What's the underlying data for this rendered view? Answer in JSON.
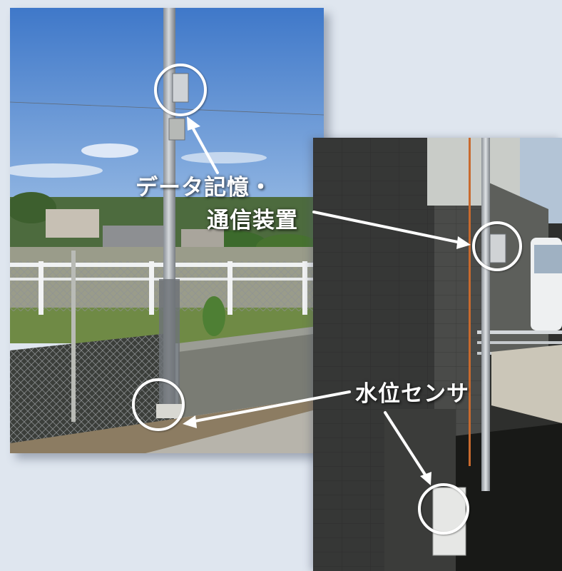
{
  "labels": {
    "device_line1": "データ記憶・",
    "device_line2": "通信装置",
    "sensor": "水位センサ"
  },
  "colors": {
    "background": "#dfe6ef",
    "annotation": "#ffffff",
    "sky": "#5d8fd0"
  }
}
